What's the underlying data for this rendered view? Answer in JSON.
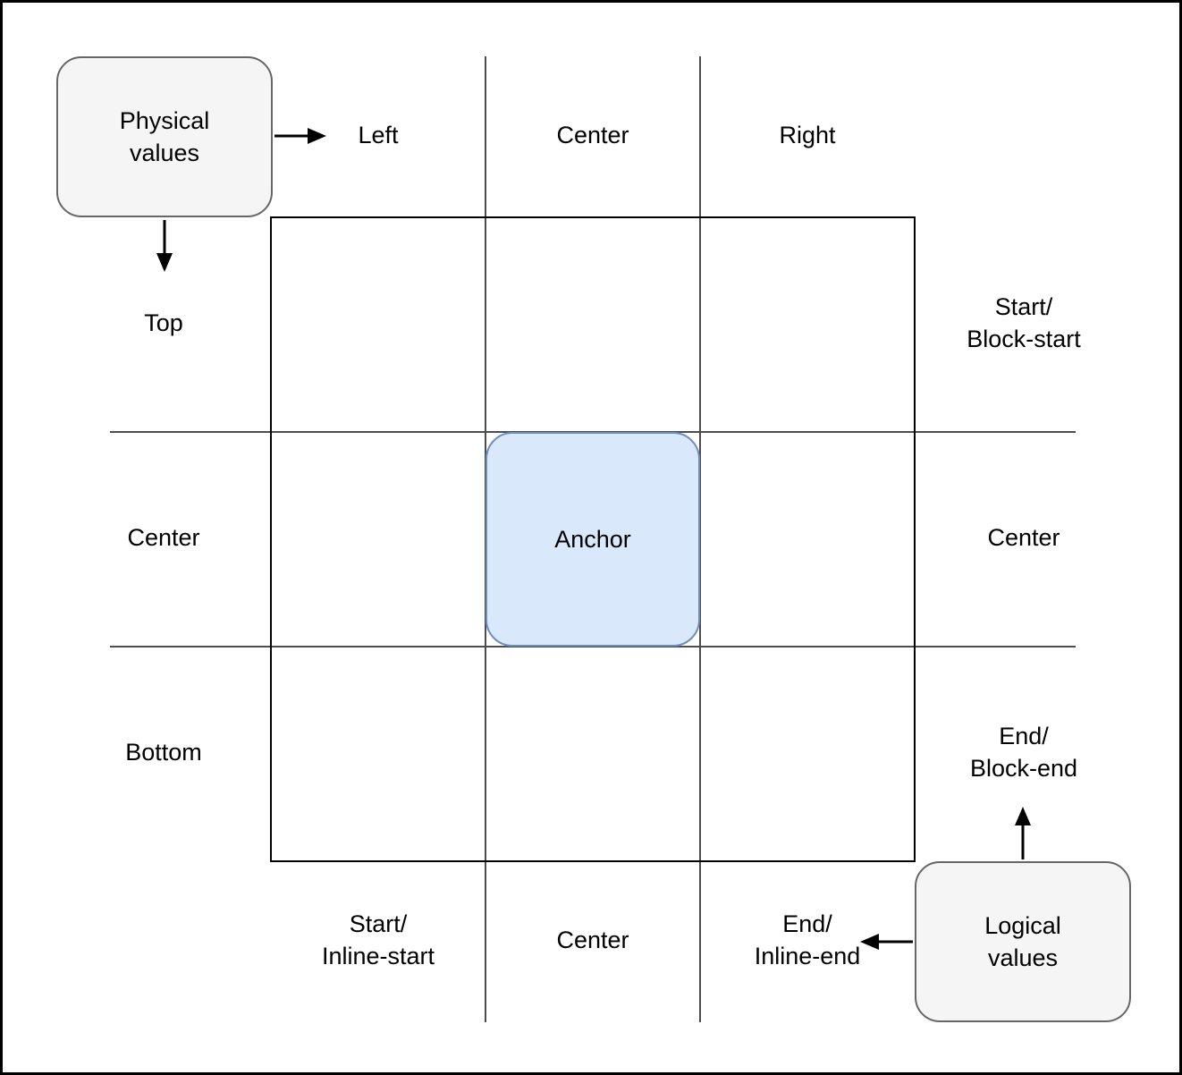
{
  "colors": {
    "background": "#ffffff",
    "outer_border": "#000000",
    "grid_line": "#4d4d4d",
    "inner_box_border": "#000000",
    "anchor_fill": "#dae8fc",
    "anchor_border": "#6c8ebf",
    "values_box_fill": "#f5f5f5",
    "values_box_border": "#666666",
    "arrow": "#000000",
    "text": "#000000"
  },
  "nodes": {
    "physical_values": {
      "label": "Physical\nvalues"
    },
    "logical_values": {
      "label": "Logical\nvalues"
    },
    "anchor": {
      "label": "Anchor"
    }
  },
  "labels": {
    "physical_horizontal": {
      "left": "Left",
      "center": "Center",
      "right": "Right"
    },
    "physical_vertical": {
      "top": "Top",
      "center": "Center",
      "bottom": "Bottom"
    },
    "logical_vertical": {
      "top": "Start/\nBlock-start",
      "center": "Center",
      "bottom": "End/\nBlock-end"
    },
    "logical_horizontal": {
      "start": "Start/\nInline-start",
      "center": "Center",
      "end": "End/\nInline-end"
    }
  },
  "arrows": {
    "physical_to_left_label": "right",
    "physical_to_top_label": "down",
    "logical_to_block_end_label": "up",
    "logical_to_inline_end_label": "left"
  }
}
